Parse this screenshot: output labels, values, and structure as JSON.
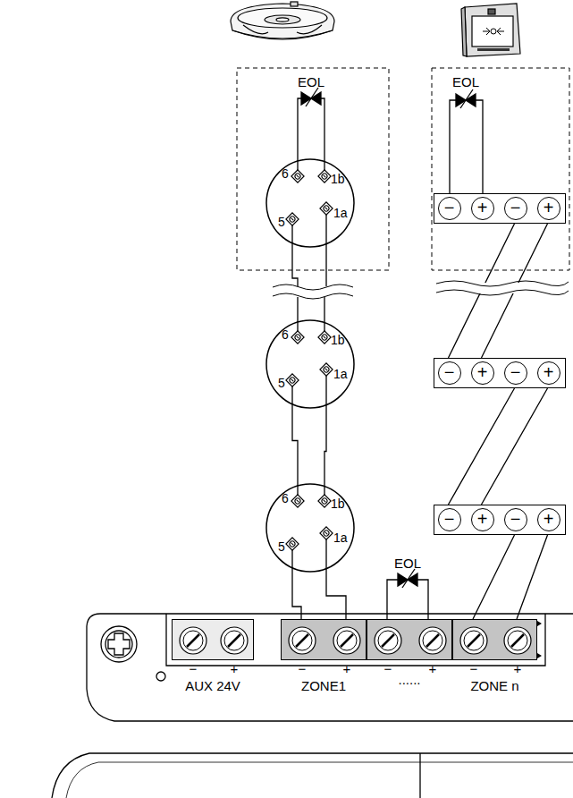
{
  "diagram": {
    "nodes": [
      {
        "text": [
          "6",
          "1b",
          "5",
          "1a"
        ]
      },
      {
        "text": [
          "6",
          "1b",
          "5",
          "1a"
        ]
      },
      {
        "text": [
          "6",
          "1b",
          "5",
          "1a"
        ]
      },
      {
        "text": [
          "−",
          "+",
          "−",
          "+"
        ]
      },
      {
        "text": [
          "−",
          "+",
          "−",
          "+"
        ]
      },
      {
        "text": [
          "−",
          "+",
          "−",
          "+"
        ]
      },
      {
        "text": [
          "−",
          "+",
          "AUX 24V"
        ]
      },
      {
        "text": [
          "−",
          "+",
          "ZONE1"
        ]
      },
      {
        "text": [
          "−",
          "+"
        ]
      },
      {
        "text": [
          "−",
          "+",
          "ZONE n"
        ]
      }
    ],
    "edges": [
      {
        "from": 0,
        "to": 1,
        "arrow": "none"
      },
      {
        "from": 1,
        "to": 2,
        "arrow": "none"
      },
      {
        "from": 2,
        "to": 7,
        "arrow": "none"
      },
      {
        "from": 3,
        "to": 4,
        "arrow": "none"
      },
      {
        "from": 4,
        "to": 5,
        "arrow": "none"
      },
      {
        "from": 5,
        "to": 9,
        "arrow": "none"
      }
    ],
    "labels": [
      "EOL",
      "EOL",
      "EOL",
      "......"
    ]
  }
}
